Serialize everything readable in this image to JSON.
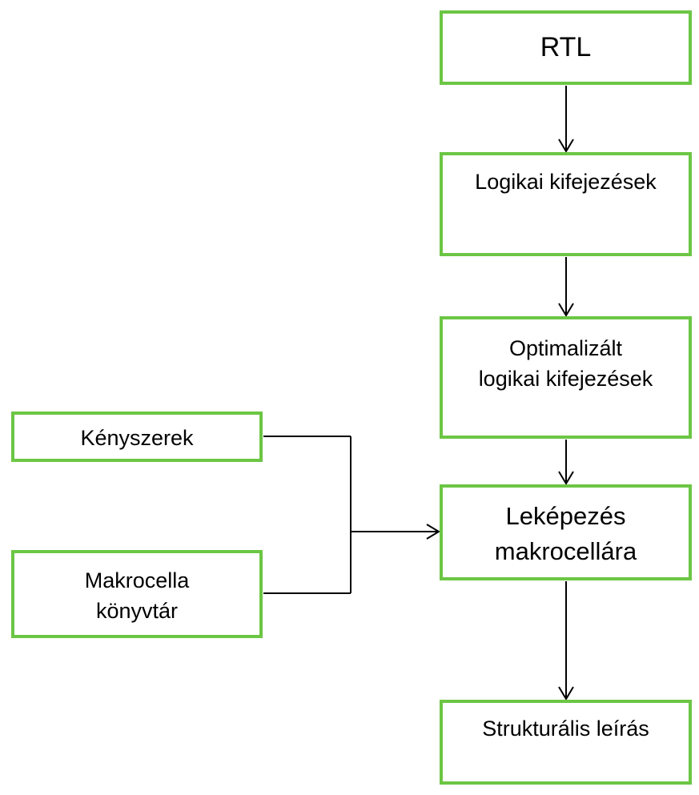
{
  "colors": {
    "box_border": "#6cc644",
    "connector": "#000000",
    "background": "#ffffff"
  },
  "boxes": {
    "rtl": "RTL",
    "logikai": "Logikai kifejezések",
    "optimalizalt": "Optimalizált\nlogikai kifejezések",
    "lekepezes": "Leképezés\nmakrocellára",
    "strukturalis": "Strukturális leírás",
    "kenyszerek": "Kényszerek",
    "makrocella": "Makrocella\nkönyvtár"
  }
}
